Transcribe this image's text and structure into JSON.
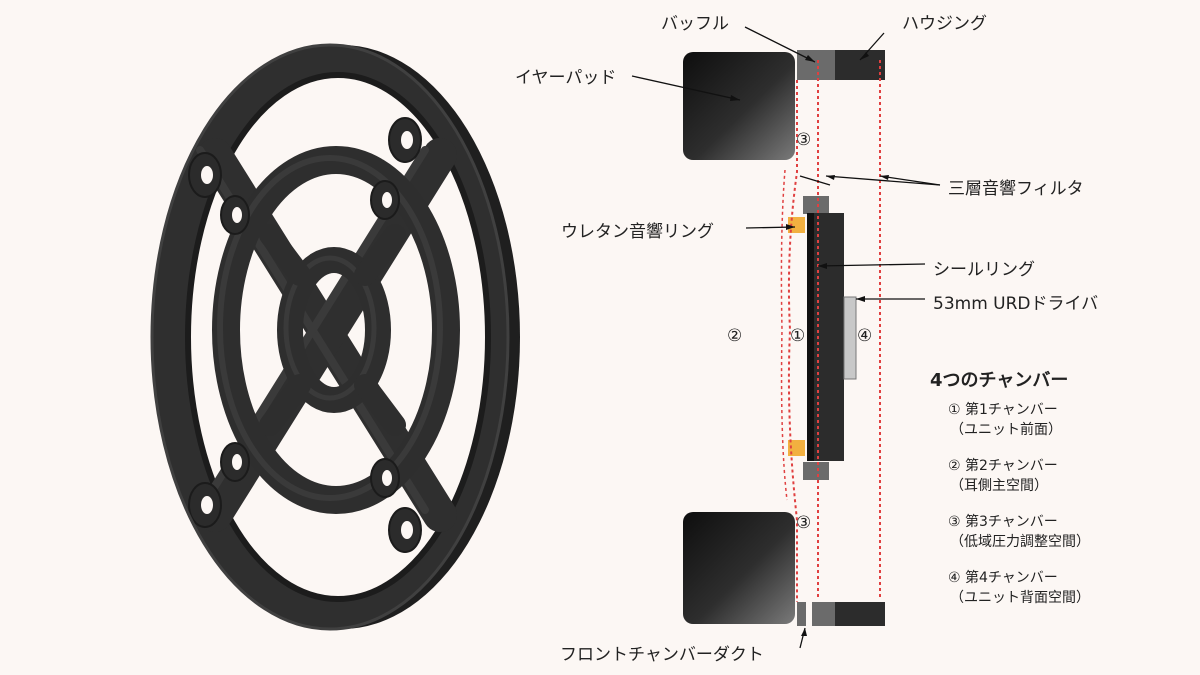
{
  "labels": {
    "baffle": "バッフル",
    "housing": "ハウジング",
    "earpad": "イヤーパッド",
    "filter": "三層音響フィルタ",
    "urethane": "ウレタン音響リング",
    "seal": "シールリング",
    "driver": "53mm URDドライバ",
    "duct": "フロントチャンバーダクト"
  },
  "chamber_marks": {
    "c1": "①",
    "c2": "②",
    "c3_top": "③",
    "c3_bottom": "③",
    "c4": "④"
  },
  "legend": {
    "title": "4つのチャンバー",
    "items": [
      {
        "name": "① 第1チャンバー",
        "desc": "（ユニット前面）"
      },
      {
        "name": "② 第2チャンバー",
        "desc": "（耳側主空間）"
      },
      {
        "name": "③ 第3チャンバー",
        "desc": "（低域圧力調整空間）"
      },
      {
        "name": "④ 第4チャンバー",
        "desc": "（ユニット背面空間）"
      }
    ]
  },
  "colors": {
    "background": "#fcf7f4",
    "part_dark": "#2b2b2b",
    "part_grey": "#6b6b6b",
    "filter_red": "#e04040",
    "urethane": "#f2b040"
  }
}
